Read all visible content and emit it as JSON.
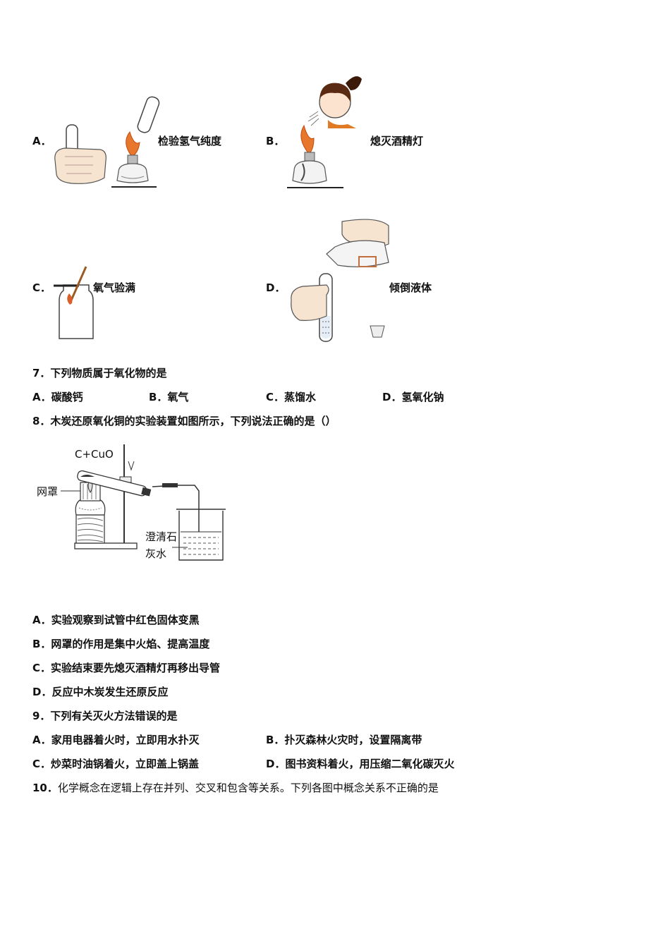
{
  "q6": {
    "options": [
      {
        "letter": "A．",
        "caption": "检验氢气纯度"
      },
      {
        "letter": "B．",
        "caption": "熄灭酒精灯"
      },
      {
        "letter": "C．",
        "caption": "氧气验满"
      },
      {
        "letter": "D．",
        "caption": "倾倒液体"
      }
    ]
  },
  "q7": {
    "stem": "7．下列物质属于氧化物的是",
    "options": [
      "A．碳酸钙",
      "B．氧气",
      "C．蒸馏水",
      "D．氢氧化钠"
    ]
  },
  "q8": {
    "stem": "8．木炭还原氧化铜的实验装置如图所示，下列说法正确的是（）",
    "figure_labels": {
      "reagent": "C+CuO",
      "gauze": "网罩",
      "limewater_1": "澄清石",
      "limewater_2": "灰水"
    },
    "options": [
      "A．实验观察到试管中红色固体变黑",
      "B．网罩的作用是集中火焰、提高温度",
      "C．实验结束要先熄灭酒精灯再移出导管",
      "D．反应中木炭发生还原反应"
    ]
  },
  "q9": {
    "stem": "9．下列有关灭火方法错误的是",
    "options": [
      "A．家用电器着火时，立即用水扑灭",
      "B．扑灭森林火灾时，设置隔离带",
      "C．炒菜时油锅着火，立即盖上锅盖",
      "D．图书资料着火，用压缩二氧化碳灭火"
    ]
  },
  "q10": {
    "number": "10．",
    "stem": "化学概念在逻辑上存在并列、交叉和包含等关系。下列各图中概念关系不正确的是"
  }
}
